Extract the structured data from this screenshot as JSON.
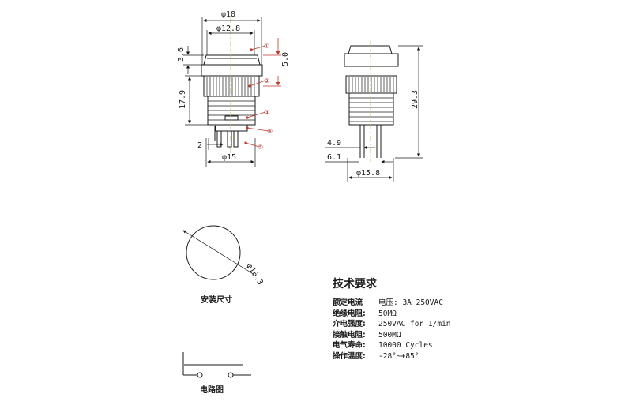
{
  "dims": {
    "d18": "φ18",
    "d12_8": "φ12.8",
    "h3_6": "3.6",
    "h5_0": "5.0",
    "h17_9": "17.9",
    "w2": "2",
    "d15": "φ15",
    "d4_9": "4.9",
    "d6_1": "6.1",
    "h29_3": "29.3",
    "d15_8": "φ15.8",
    "d16_3": "φ16.3"
  },
  "callouts": [
    "①",
    "②",
    "③",
    "④",
    "⑤"
  ],
  "captions": {
    "mount": "安装尺寸",
    "circuit": "电路图"
  },
  "specs": {
    "title": "技术要求",
    "rows": [
      {
        "label": "额定电流",
        "value": "电压: 3A 250VAC"
      },
      {
        "label": "绝缘电阻:",
        "value": "50MΩ"
      },
      {
        "label": "介电强度:",
        "value": "250VAC for 1/min"
      },
      {
        "label": "接触电阻:",
        "value": "500MΩ"
      },
      {
        "label": "电气寿命:",
        "value": "10000 Cycles"
      },
      {
        "label": "操作温度:",
        "value": "-28°~+85°"
      }
    ]
  },
  "colors": {
    "line": "#1a1a1a",
    "accent": "#c0392b",
    "center": "#c8c850"
  }
}
